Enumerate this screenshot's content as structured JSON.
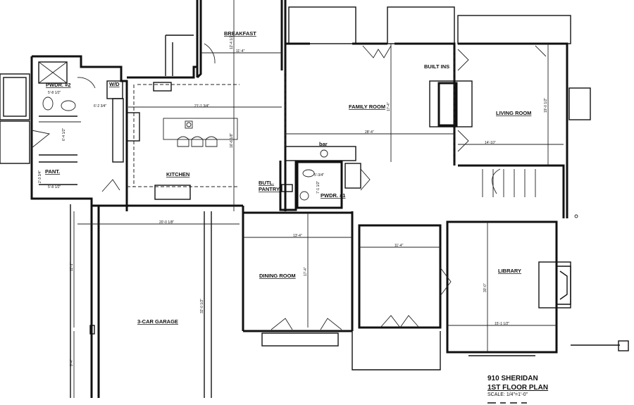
{
  "title_block": {
    "project": "910 SHERIDAN",
    "sheet": "1ST FLOOR PLAN",
    "scale": "SCALE: 1/4\"=1'-0\""
  },
  "rooms": {
    "pwdr2": "PWDR. #2",
    "wd": "W/D",
    "pantry": "PANT.",
    "kitchen": "KITCHEN",
    "breakfast": "BREAKFAST",
    "family_room": "FAMILY ROOM",
    "built_ins": "BUILT INS",
    "living_room": "LIVING ROOM",
    "bar": "bar",
    "butl_pantry_1": "BUTL.",
    "butl_pantry_2": "PANTRY",
    "pwdr1": "PWDR. #1",
    "dining_room": "DINING ROOM",
    "library": "LIBRARY",
    "garage": "3-CAR GARAGE"
  },
  "dimensions": {
    "pwdr2_w": "5'-8 1/2\"",
    "hall_w": "6'-2 3/4\"",
    "kitchen_w": "21'-1 3/4\"",
    "mud_h": "6'-4 1/2\"",
    "pant_h": "2'-3 3/4\"",
    "pant_w": "5'-8 1/2\"",
    "breakfast_h": "12'-4 1/2\"",
    "breakfast_w": "11'-4\"",
    "kitchen_h": "16'-6 1/8\"",
    "family_h": "17'-4\"",
    "family_w": "28'-4\"",
    "living_w": "14'-10\"",
    "living_h": "19'-0 1/2\"",
    "pwdr1_w": "5'-3/4\"",
    "pwdr1_h": "7'-1 1/2\"",
    "garage_w": "20'-0 1/8\"",
    "garage_h": "32'-0 1/2\"",
    "garage_side1": "11'-1\"",
    "garage_side2": "9'-4\"",
    "dining_w": "13'-4\"",
    "dining_h": "17'-4\"",
    "foyer_w": "11'-4\"",
    "library_h": "30'-0\"",
    "library_w": "15'-1 1/2\""
  }
}
